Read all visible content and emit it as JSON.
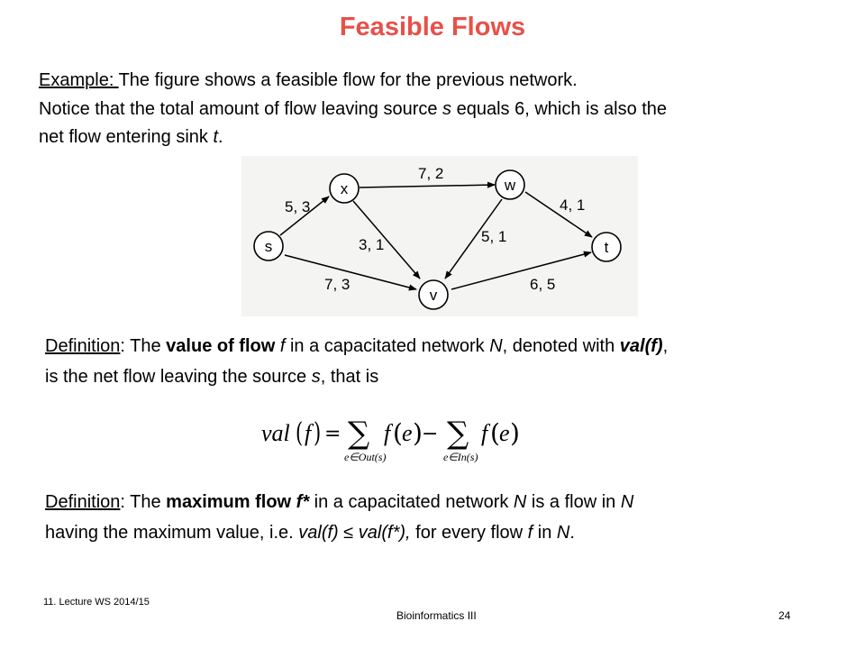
{
  "title": "Feasible Flows",
  "example": {
    "label": "Example: ",
    "line1": "The figure shows a feasible flow for the previous network.",
    "line2a": "Notice that the total amount of flow leaving source ",
    "line2b": "s",
    "line2c": " equals 6, which is also the",
    "line3a": "net flow entering sink ",
    "line3b": "t",
    "line3c": "."
  },
  "graph": {
    "nodes": {
      "s": "s",
      "x": "x",
      "w": "w",
      "t": "t",
      "v": "v"
    },
    "edges": {
      "s_x": "5, 3",
      "x_w": "7, 2",
      "w_t": "4, 1",
      "x_v": "3, 1",
      "w_v": "5, 1",
      "s_v": "7, 3",
      "v_t": "6, 5"
    }
  },
  "definition1": {
    "label": "Definition",
    "t1": ": The ",
    "b1": "value of flow ",
    "i1": "f",
    "t2": " in a capacitated network ",
    "i2": "N",
    "t3": ", denoted with ",
    "bi1": "val(f)",
    "t4": ",",
    "t5": "is the net flow leaving the source ",
    "i3": "s",
    "t6": ", that is"
  },
  "formula": {
    "lhs": "val",
    "f": "f",
    "eq": "=",
    "sum": "∑",
    "e": "e",
    "minus": "−",
    "sub1": "e∈Out(s)",
    "sub2": "e∈In(s)"
  },
  "definition2": {
    "label": "Definition",
    "t1": ": The ",
    "b1": "maximum flow ",
    "bi1": "f*",
    "t2": " in a capacitated network ",
    "i1": "N",
    "t3": " is a flow in ",
    "i2": "N",
    "t4": "having the maximum value, i.e. ",
    "i3": "val(f)",
    "t5": " ≤ ",
    "i4": "val(f*),",
    "t6": " for every flow ",
    "i5": "f",
    "t7": " in ",
    "i6": "N",
    "t8": "."
  },
  "footer": {
    "lecture": "11. Lecture WS 2014/15",
    "course": "Bioinformatics III",
    "page": "24"
  }
}
